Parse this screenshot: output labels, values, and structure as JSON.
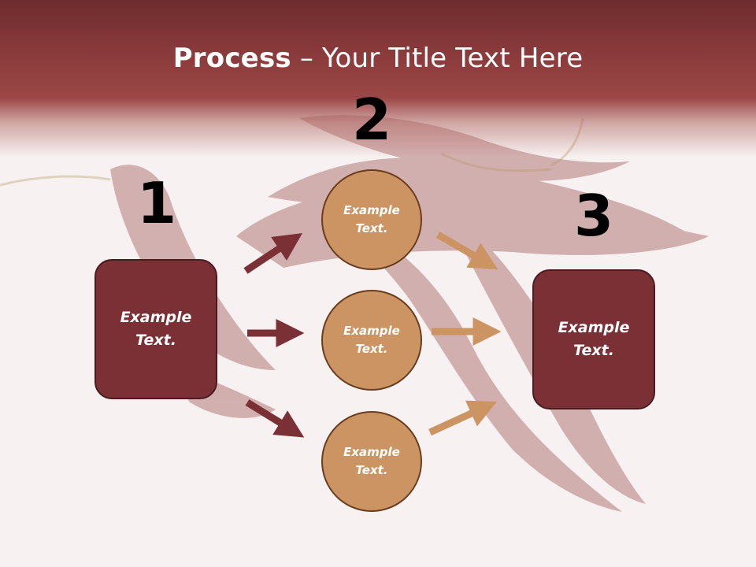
{
  "title": {
    "bold": "Process",
    "rest": " – Your Title Text Here"
  },
  "numbers": {
    "one": "1",
    "two": "2",
    "three": "3"
  },
  "left_box": {
    "label": "Example\nText."
  },
  "right_box": {
    "label": "Example\nText."
  },
  "circles": [
    {
      "label": "Example\nText."
    },
    {
      "label": "Example\nText."
    },
    {
      "label": "Example\nText."
    }
  ],
  "colors": {
    "header": "#8b3b3c",
    "box_fill": "#7a3034",
    "circle_fill": "#cc9463",
    "arrow_dark": "#7a3034",
    "arrow_light": "#cc9463"
  }
}
